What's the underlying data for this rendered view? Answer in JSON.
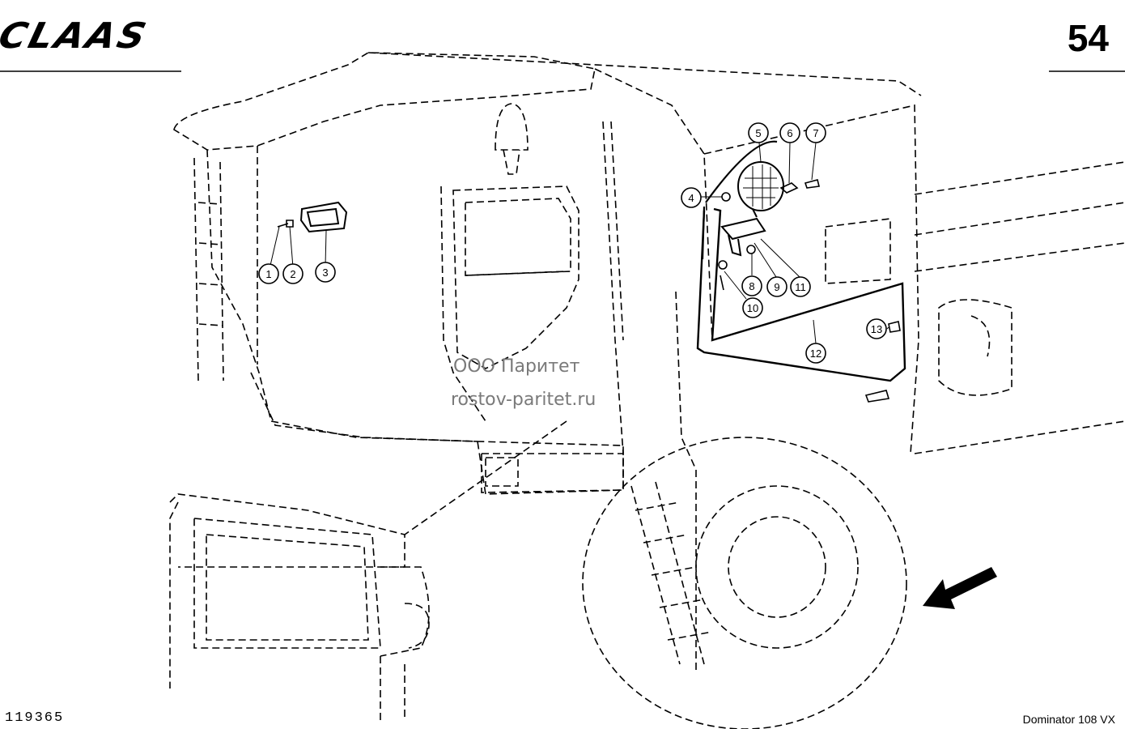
{
  "header": {
    "brand_logo": "CLAAS",
    "page_number": "54"
  },
  "footer": {
    "drawing_number": "119365",
    "model": "Dominator 108 VX"
  },
  "watermark": {
    "line1": "ООО Паритет",
    "line2": "rostov-paritet.ru"
  },
  "callouts": [
    "1",
    "2",
    "3",
    "4",
    "5",
    "6",
    "7",
    "8",
    "9",
    "10",
    "11",
    "12",
    "13"
  ],
  "icons": {
    "direction_arrow": "arrow-down-left-icon"
  }
}
